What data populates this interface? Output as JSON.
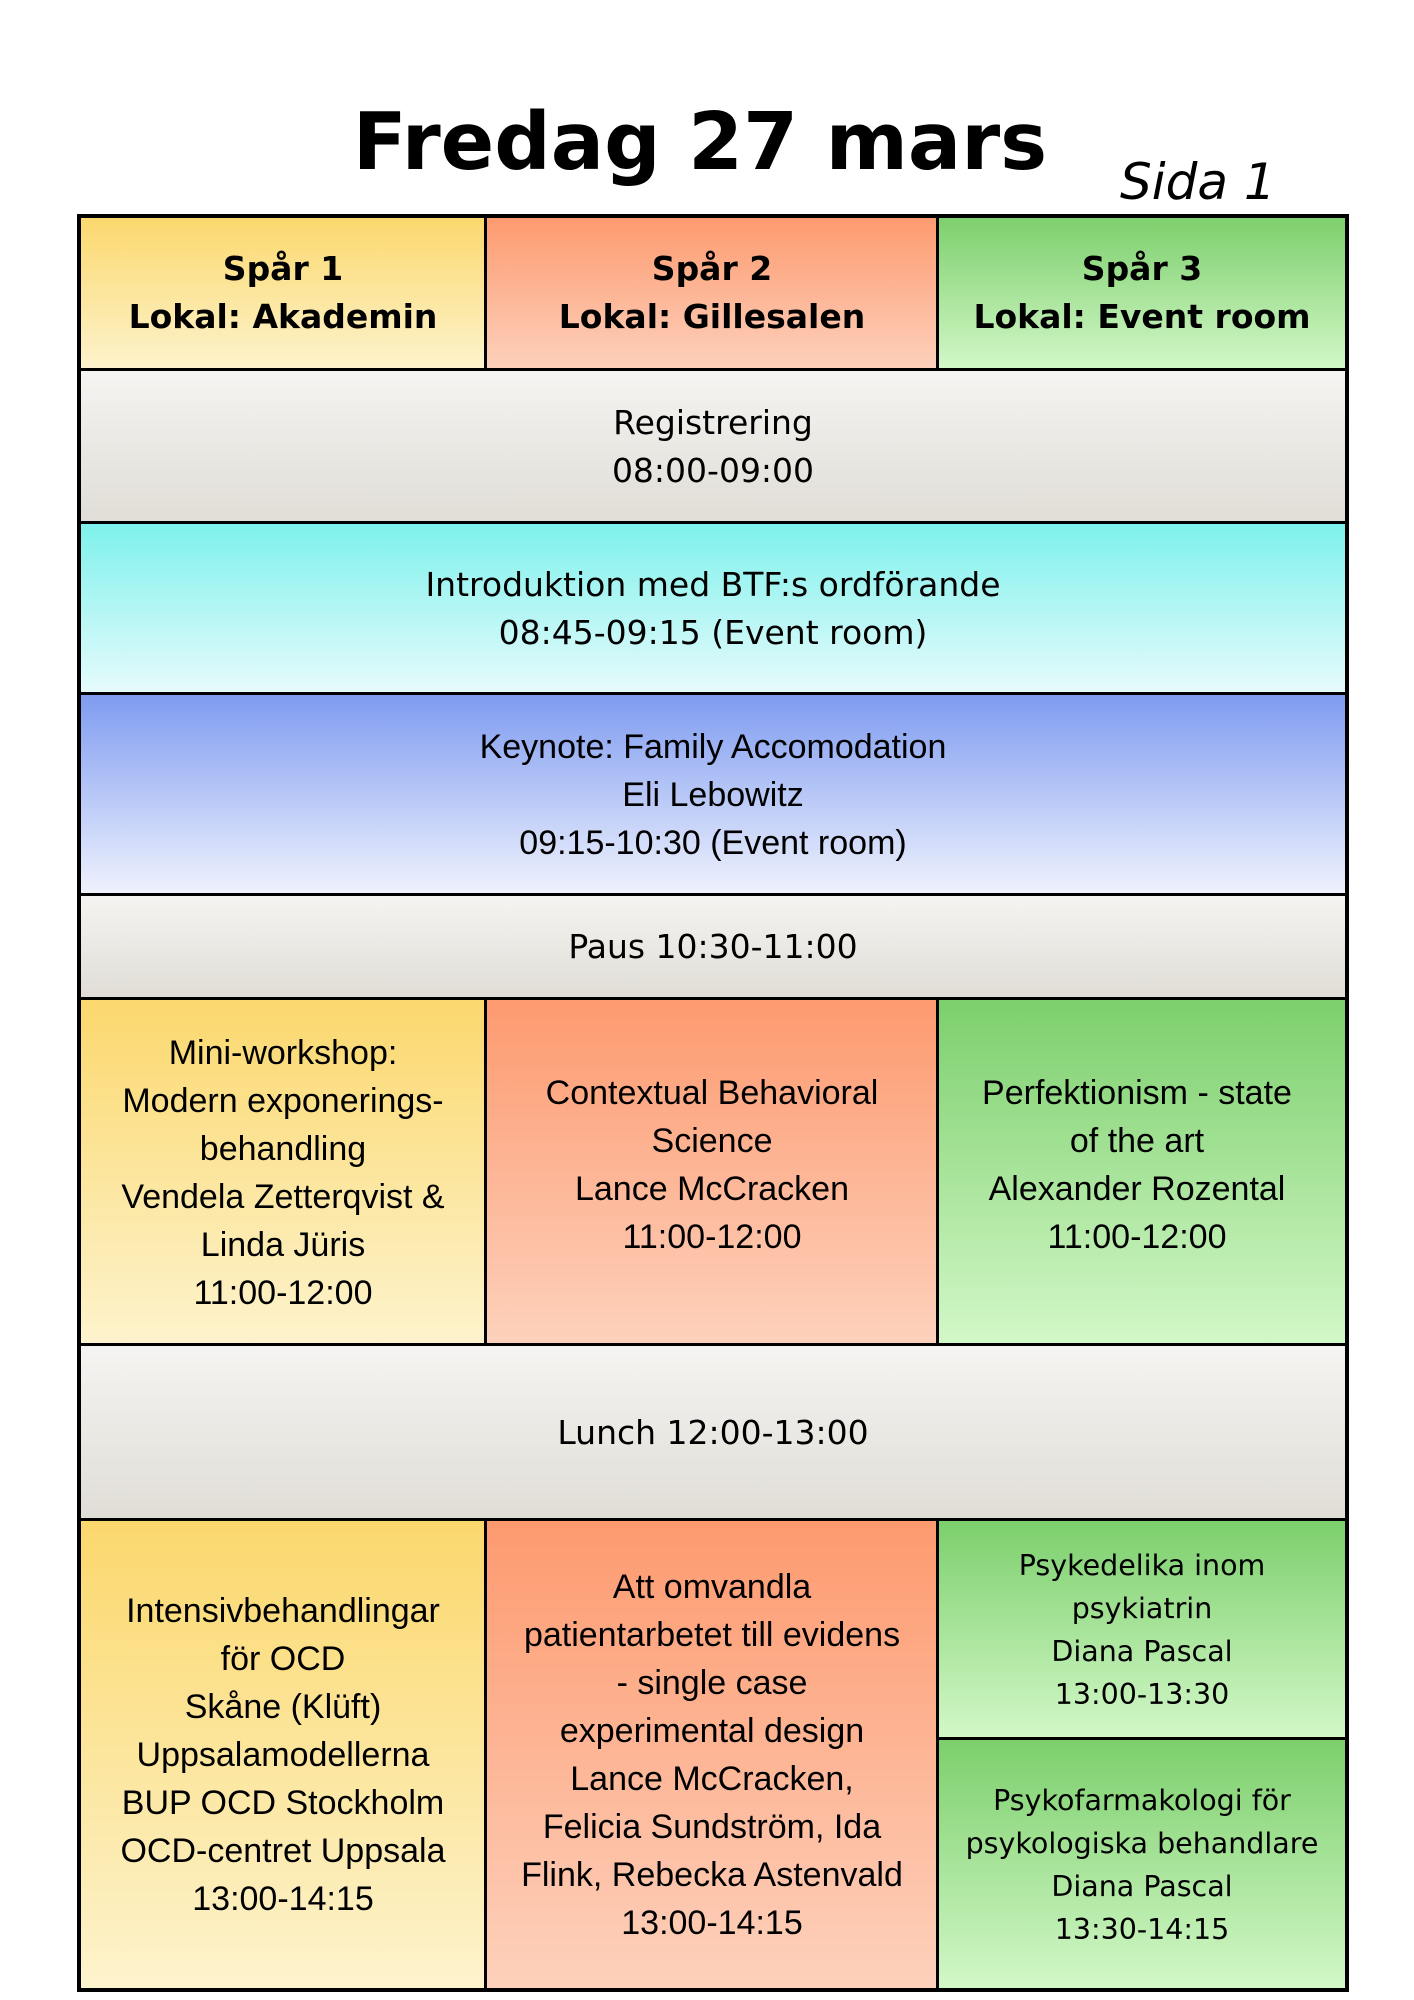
{
  "page": {
    "title": "Fredag 27 mars",
    "page_label": "Sida 1"
  },
  "tracks": [
    {
      "name": "Spår 1",
      "room": "Lokal: Akademin"
    },
    {
      "name": "Spår 2",
      "room": "Lokal: Gillesalen"
    },
    {
      "name": "Spår 3",
      "room": "Lokal: Event room"
    }
  ],
  "plenary": {
    "registration": {
      "title": "Registrering",
      "time": "08:00-09:00"
    },
    "intro": {
      "title": "Introduktion med BTF:s ordförande",
      "time": "08:45-09:15 (Event room)"
    },
    "keynote": {
      "title": "Keynote: Family Accomodation",
      "speaker": "Eli Lebowitz",
      "time": "09:15-10:30 (Event room)"
    },
    "break": {
      "label": "Paus 10:30-11:00"
    },
    "lunch": {
      "label": "Lunch 12:00-13:00"
    }
  },
  "sessions_morning": {
    "track1": {
      "lines": [
        "Mini-workshop:",
        "Modern exponerings-",
        "behandling",
        "Vendela Zetterqvist &",
        "Linda Jüris",
        "11:00-12:00"
      ]
    },
    "track2": {
      "lines": [
        "Contextual Behavioral",
        "Science",
        "Lance McCracken",
        "11:00-12:00"
      ]
    },
    "track3": {
      "lines": [
        "Perfektionism - state",
        "of the art",
        "Alexander Rozental",
        "11:00-12:00"
      ]
    }
  },
  "sessions_afternoon": {
    "track1": {
      "lines": [
        "Intensivbehandlingar",
        "för OCD",
        "Skåne (Klüft)",
        "Uppsalamodellerna",
        "BUP OCD Stockholm",
        "OCD-centret Uppsala",
        "13:00-14:15"
      ]
    },
    "track2": {
      "lines": [
        "Att omvandla",
        "patientarbetet till evidens",
        "- single case",
        "experimental design",
        "Lance McCracken,",
        "Felicia Sundström, Ida",
        "Flink, Rebecka Astenvald",
        "13:00-14:15"
      ]
    },
    "track3a": {
      "lines": [
        "Psykedelika inom",
        "psykiatrin",
        "Diana Pascal",
        "13:00-13:30"
      ]
    },
    "track3b": {
      "lines": [
        "Psykofarmakologi för",
        "psykologiska behandlare",
        "Diana Pascal",
        "13:30-14:15"
      ]
    }
  }
}
